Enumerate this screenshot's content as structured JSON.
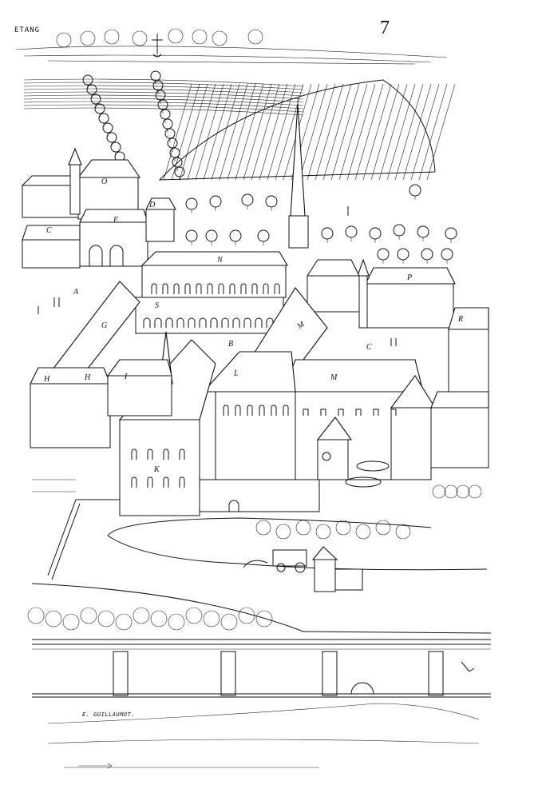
{
  "header": {
    "place_label": "ETANG",
    "page_number": "7"
  },
  "signature": "E. GUILLAUMOT.",
  "plan_letters": {
    "A": "A",
    "B": "B",
    "C1": "C",
    "C2": "C",
    "D": "D",
    "E": "E",
    "G": "G",
    "H1": "H",
    "H2": "H",
    "I": "I",
    "K": "K",
    "L": "L",
    "M1": "M",
    "M2": "M",
    "N": "N",
    "O": "O",
    "P": "P",
    "R": "R",
    "S": "S"
  }
}
